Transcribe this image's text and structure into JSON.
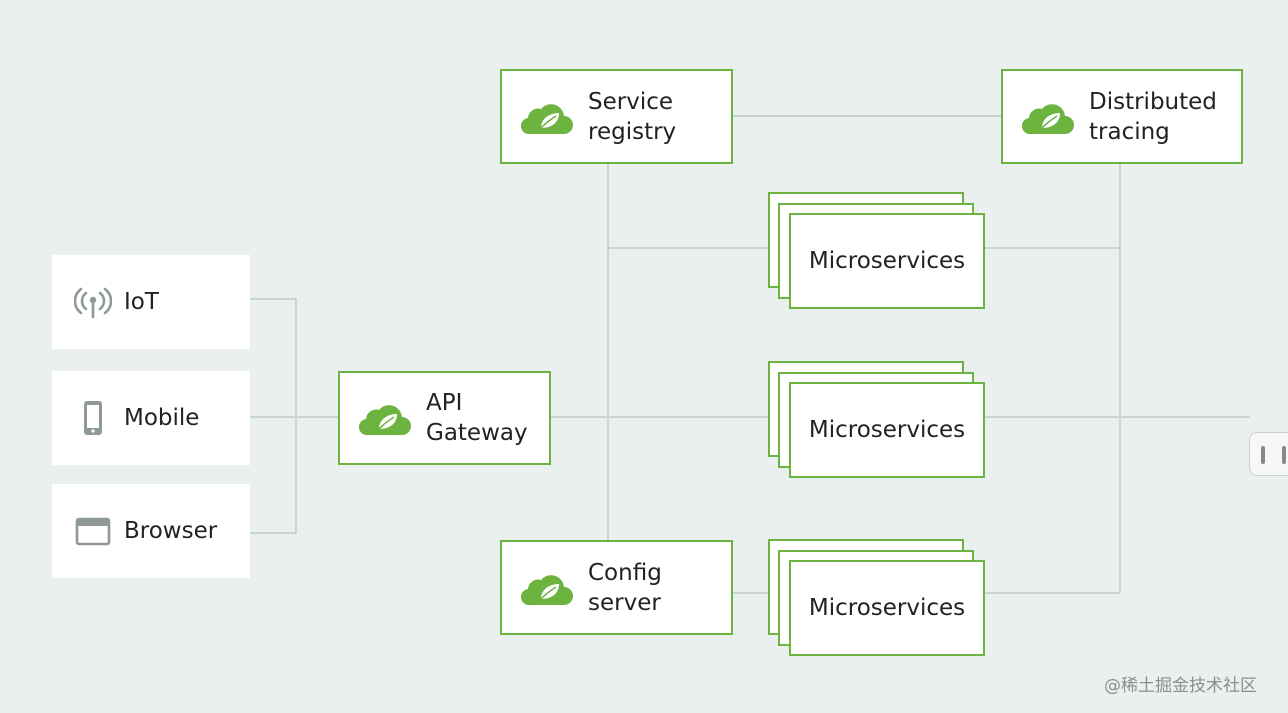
{
  "clients": [
    {
      "label": "IoT",
      "icon": "antenna-icon"
    },
    {
      "label": "Mobile",
      "icon": "mobile-phone-icon"
    },
    {
      "label": "Browser",
      "icon": "browser-window-icon"
    }
  ],
  "api_gateway": {
    "label": "API\nGateway"
  },
  "service_registry": {
    "label": "Service\nregistry"
  },
  "config_server": {
    "label": "Config\nserver"
  },
  "distributed_tracing": {
    "label": "Distributed\ntracing"
  },
  "microservices": [
    {
      "label": "Microservices"
    },
    {
      "label": "Microservices"
    },
    {
      "label": "Microservices"
    }
  ],
  "watermark": "@稀土掘金技术社区",
  "colors": {
    "background": "#e9f0ef",
    "accent_green": "#6db33f",
    "connector": "#c9d3d1",
    "client_icon": "#8f9a98"
  }
}
